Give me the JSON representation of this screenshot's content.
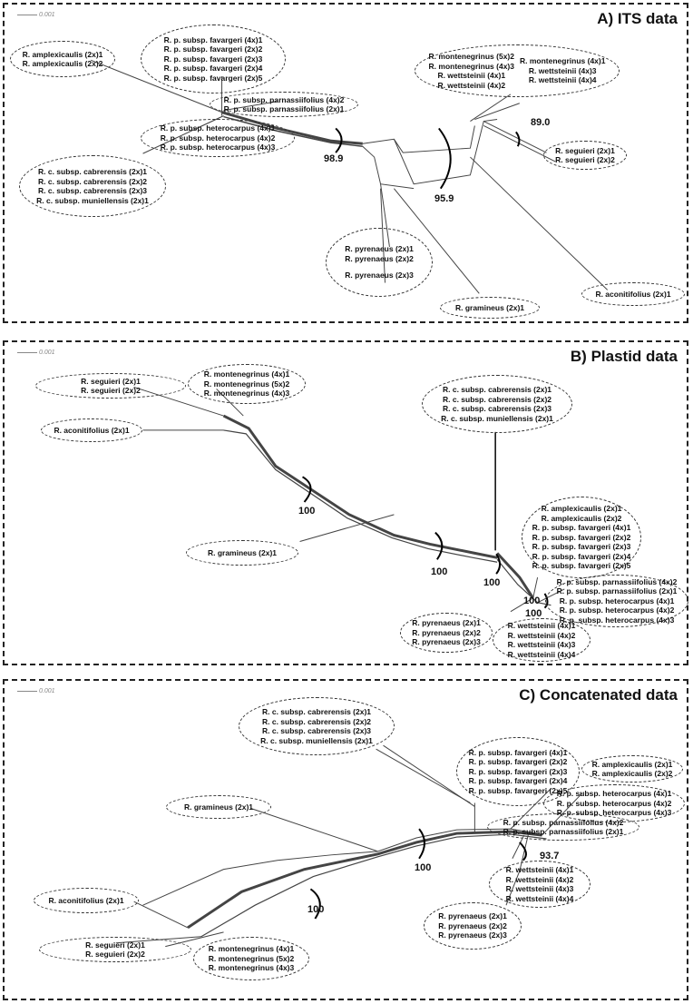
{
  "panels": {
    "a": {
      "title": "A) ITS data",
      "scale": "0.001",
      "supports": [
        "98.9",
        "95.9",
        "89.0"
      ],
      "groups": {
        "amplexicaulis": [
          "R. amplexicaulis (2x)1",
          "R. amplexicaulis (2x)2"
        ],
        "favargeri": [
          "R. p. subsp. favargeri (4x)1",
          "R. p. subsp. favargeri (2x)2",
          "R. p. subsp. favargeri (2x)3",
          "R. p. subsp. favargeri (2x)4",
          "R. p. subsp. favargeri (2x)5"
        ],
        "parnassiifolius": [
          "R. p. subsp. parnassiifolius (4x)2",
          "R. p. subsp. parnassiifolius (2x)1"
        ],
        "heterocarpus": [
          "R. p. subsp. heterocarpus (4x)1",
          "R. p. subsp. heterocarpus (4x)2",
          "R. p. subsp. heterocarpus (4x)3"
        ],
        "cabrerensis": [
          "R. c. subsp. cabrerensis (2x)1",
          "R. c. subsp. cabrerensis (2x)2",
          "R. c. subsp. cabrerensis (2x)3",
          "R. c. subsp. muniellensis (2x)1"
        ],
        "montenegrinus_left": [
          "R. montenegrinus (5x)2",
          "R. montenegrinus (4x)3",
          "R. wettsteinii (4x)1",
          "R. wettsteinii (4x)2"
        ],
        "montenegrinus_right": [
          "R. montenegrinus (4x)1",
          "R. wettsteinii (4x)3",
          "R. wettsteinii (4x)4"
        ],
        "seguieri": [
          "R. seguieri (2x)1",
          "R. seguieri (2x)2"
        ],
        "pyrenaeus": [
          "R. pyrenaeus (2x)1",
          "R. pyrenaeus (2x)2",
          "R. pyrenaeus (2x)3"
        ],
        "gramineus": [
          "R. gramineus (2x)1"
        ],
        "aconitifolius": [
          "R. aconitifolius (2x)1"
        ]
      }
    },
    "b": {
      "title": "B) Plastid data",
      "scale": "0.001",
      "supports": [
        "100",
        "100",
        "100",
        "100",
        "100"
      ],
      "groups": {
        "seguieri": [
          "R. seguieri (2x)1",
          "R. seguieri (2x)2"
        ],
        "montenegrinus": [
          "R. montenegrinus (4x)1",
          "R. montenegrinus (5x)2",
          "R. montenegrinus (4x)3"
        ],
        "aconitifolius": [
          "R. aconitifolius (2x)1"
        ],
        "cabrerensis": [
          "R. c. subsp. cabrerensis (2x)1",
          "R. c. subsp. cabrerensis (2x)2",
          "R. c. subsp. cabrerensis (2x)3",
          "R. c. subsp. muniellensis (2x)1"
        ],
        "gramineus": [
          "R. gramineus (2x)1"
        ],
        "amplexicaulis": [
          "R. amplexicaulis (2x)1",
          "R. amplexicaulis (2x)2",
          "R. p. subsp. favargeri (4x)1",
          "R. p. subsp. favargeri (2x)2",
          "R. p. subsp. favargeri (2x)3",
          "R. p. subsp. favargeri (2x)4",
          "R. p. subsp. favargeri (2x)5"
        ],
        "parnassiifolius": [
          "R. p. subsp. parnassiifolius (4x)2",
          "R. p. subsp. parnassiifolius (2x)1",
          "R. p. subsp. heterocarpus (4x)1",
          "R. p. subsp. heterocarpus (4x)2",
          "R. p. subsp. heterocarpus (4x)3"
        ],
        "pyrenaeus": [
          "R. pyrenaeus (2x)1",
          "R. pyrenaeus (2x)2",
          "R. pyrenaeus (2x)3"
        ],
        "wettsteinii": [
          "R. wettsteinii (4x)1",
          "R. wettsteinii (4x)2",
          "R. wettsteinii (4x)3",
          "R. wettsteinii (4x)4"
        ]
      }
    },
    "c": {
      "title": "C) Concatenated data",
      "scale": "0.001",
      "supports": [
        "100",
        "100",
        "93.7"
      ],
      "groups": {
        "cabrerensis": [
          "R. c. subsp. cabrerensis (2x)1",
          "R. c. subsp. cabrerensis (2x)2",
          "R. c. subsp. cabrerensis (2x)3",
          "R. c. subsp. muniellensis (2x)1"
        ],
        "favargeri": [
          "R. p. subsp. favargeri (4x)1",
          "R. p. subsp. favargeri (2x)2",
          "R. p. subsp. favargeri (2x)3",
          "R. p. subsp. favargeri (2x)4",
          "R. p. subsp. favargeri (2x)5"
        ],
        "amplexicaulis": [
          "R. amplexicaulis (2x)1",
          "R. amplexicaulis (2x)2"
        ],
        "heterocarpus": [
          "R. p. subsp. heterocarpus (4x)1",
          "R. p. subsp. heterocarpus (4x)2",
          "R. p. subsp. heterocarpus (4x)3"
        ],
        "parnassiifolius": [
          "R. p. subsp. parnassiifolius (4x)2",
          "R. p. subsp. parnassiifolius (2x)1"
        ],
        "gramineus": [
          "R. gramineus (2x)1"
        ],
        "wettsteinii": [
          "R. wettsteinii (4x)1",
          "R. wettsteinii (4x)2",
          "R. wettsteinii (4x)3",
          "R. wettsteinii (4x)4"
        ],
        "pyrenaeus": [
          "R. pyrenaeus (2x)1",
          "R. pyrenaeus (2x)2",
          "R. pyrenaeus (2x)3"
        ],
        "aconitifolius": [
          "R. aconitifolius (2x)1"
        ],
        "seguieri": [
          "R. seguieri (2x)1",
          "R. seguieri (2x)2"
        ],
        "montenegrinus": [
          "R. montenegrinus (4x)1",
          "R. montenegrinus (5x)2",
          "R. montenegrinus (4x)3"
        ]
      }
    }
  }
}
